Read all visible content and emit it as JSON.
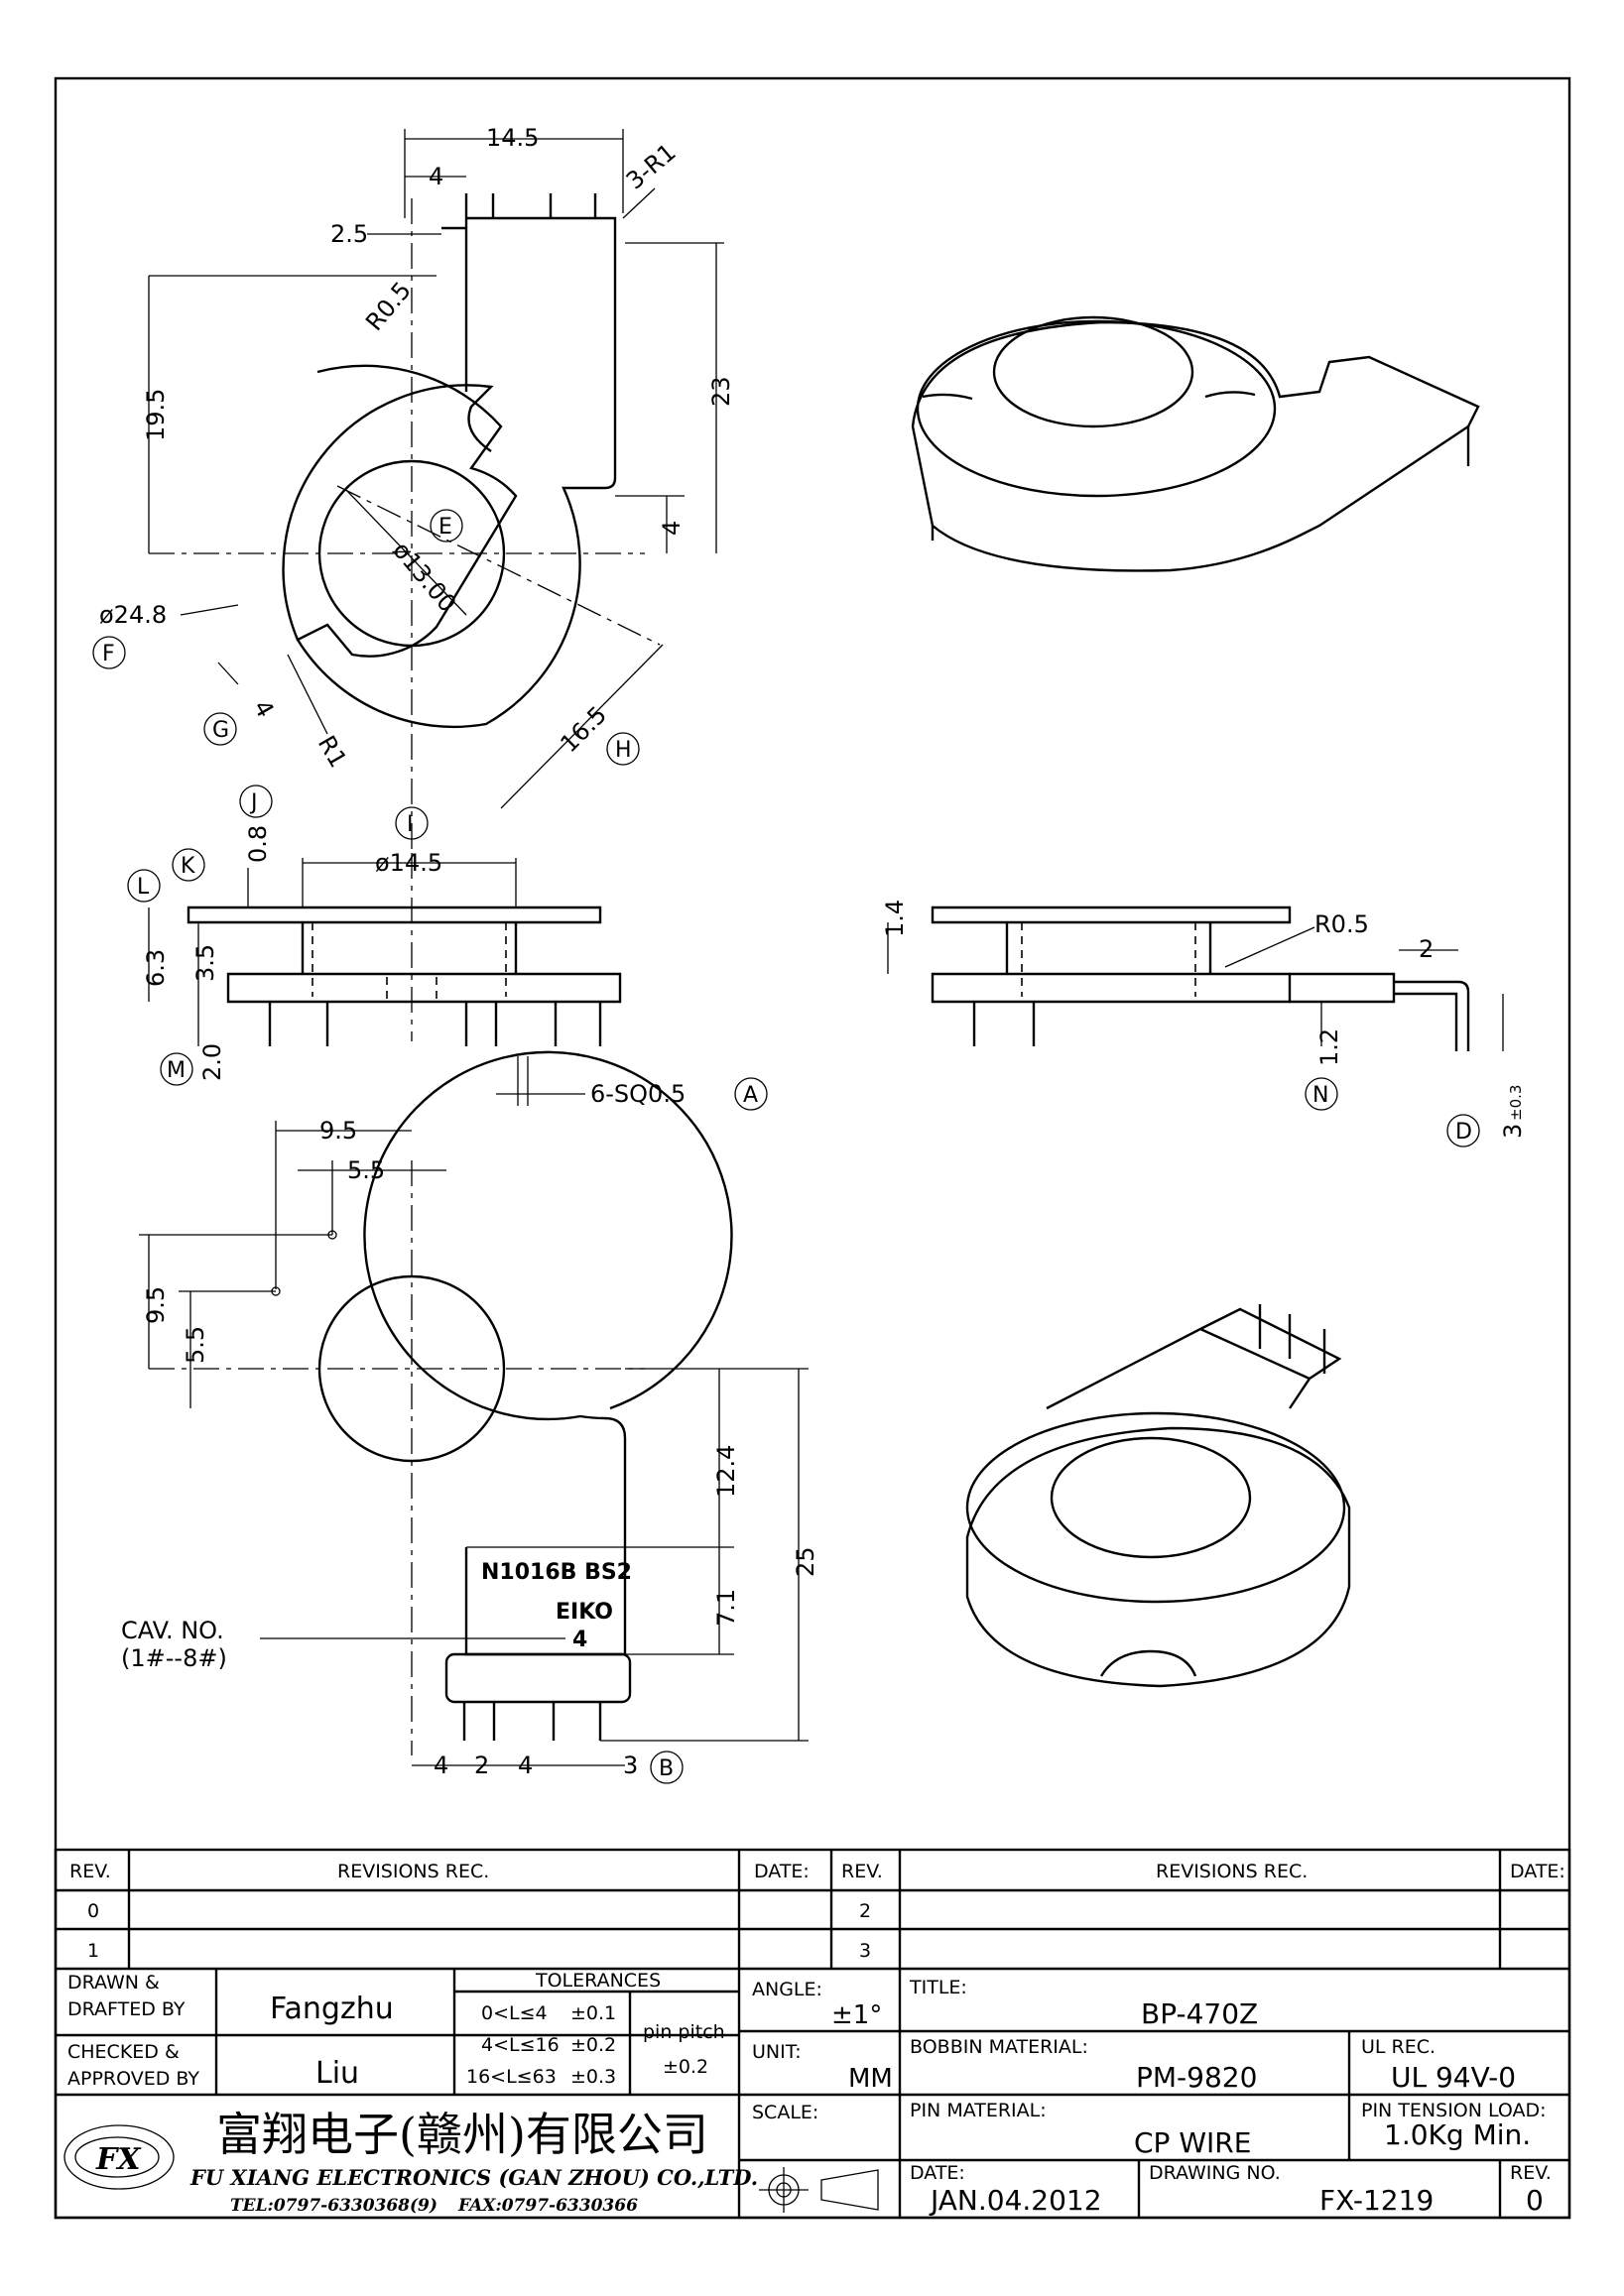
{
  "views": {
    "top": {
      "dim_width": "14.5",
      "dim_pin_offset": "4",
      "dim_fillet_r1": "3-R1",
      "dim_offset": "2.5",
      "dim_r05": "R0.5",
      "dim_height_left": "19.5",
      "dim_height_right": "23",
      "dim_slot": "4",
      "dim_outer_dia": "ø24.8",
      "dim_inner_dia": "ø13.00",
      "dim_slot_width": "4",
      "dim_slot_r": "R1",
      "dim_diag": "16.5",
      "callout_E": "E",
      "callout_F": "F",
      "callout_G": "G",
      "callout_H": "H",
      "callout_I": "I"
    },
    "front": {
      "dim_flange": "ø14.5",
      "dim_thin": "0.8",
      "dim_total": "6.3",
      "dim_core": "3.5",
      "dim_base": "2.0",
      "dim_pin": "6-SQ0.5",
      "callout_J": "J",
      "callout_K": "K",
      "callout_L": "L",
      "callout_M": "M",
      "callout_A": "A"
    },
    "side": {
      "dim_h": "1.4",
      "dim_r": "R0.5",
      "dim_pin": "2",
      "dim_base": "1.2",
      "dim_bend": "3",
      "dim_bend_tol": "±0.3",
      "callout_N": "N",
      "callout_D": "D"
    },
    "bottom": {
      "dim_w1": "9.5",
      "dim_w2": "5.5",
      "dim_h1": "9.5",
      "dim_h2": "5.5",
      "dim_12": "12.4",
      "dim_7": "7.1",
      "dim_25": "25",
      "label_part": "N1016B BS2",
      "label_brand": "EIKO",
      "label_cav_num": "4",
      "cav_title": "CAV. NO.",
      "cav_range": "(1#--8#)",
      "pitch_a": "4",
      "pitch_b": "2",
      "pitch_c": "4",
      "pitch_d": "3",
      "callout_B": "B"
    }
  },
  "revisions": {
    "header_rev": "REV.",
    "header_rec": "REVISIONS    REC.",
    "header_date": "DATE:",
    "header_rev2": "REV.",
    "header_rec2": "REVISIONS    REC.",
    "header_date2": "DATE:",
    "rows_left": [
      "0",
      "1"
    ],
    "rows_right": [
      "2",
      "3"
    ]
  },
  "titleblock": {
    "drawn_label_1": "DRAWN  &",
    "drawn_label_2": "DRAFTED BY",
    "drawn_value": "Fangzhu",
    "checked_label_1": "CHECKED &",
    "checked_label_2": "APPROVED BY",
    "checked_value": "Liu",
    "tolerances_label": "TOLERANCES",
    "tol_rows": [
      {
        "range": "0<L≤4",
        "value": "±0.1"
      },
      {
        "range": "4<L≤16",
        "value": "±0.2"
      },
      {
        "range": "16<L≤63",
        "value": "±0.3"
      }
    ],
    "pin_pitch_label": "pin pitch",
    "pin_pitch_value": "±0.2",
    "angle_label": "ANGLE:",
    "angle_value": "±1°",
    "unit_label": "UNIT:",
    "unit_value": "MM",
    "scale_label": "SCALE:",
    "title_label": "TITLE:",
    "title_value": "BP-470Z",
    "bobbin_label": "BOBBIN MATERIAL:",
    "bobbin_value": "PM-9820",
    "ul_label": "UL REC.",
    "ul_value": "UL 94V-0",
    "pin_mat_label": "PIN MATERIAL:",
    "pin_mat_value": "CP WIRE",
    "tension_label": "PIN TENSION LOAD:",
    "tension_value": "1.0Kg Min.",
    "date_label": "DATE:",
    "date_value": "JAN.04.2012",
    "drawing_no_label": "DRAWING NO.",
    "drawing_no_value": "FX-1219",
    "rev_label": "REV.",
    "rev_value": "0",
    "company_cn": "富翔电子(赣州)有限公司",
    "company_en": "FU XIANG ELECTRONICS (GAN ZHOU) CO.,LTD.",
    "tel": "TEL:0797-6330368(9)",
    "fax": "FAX:0797-6330366",
    "logo_text": "FX"
  }
}
